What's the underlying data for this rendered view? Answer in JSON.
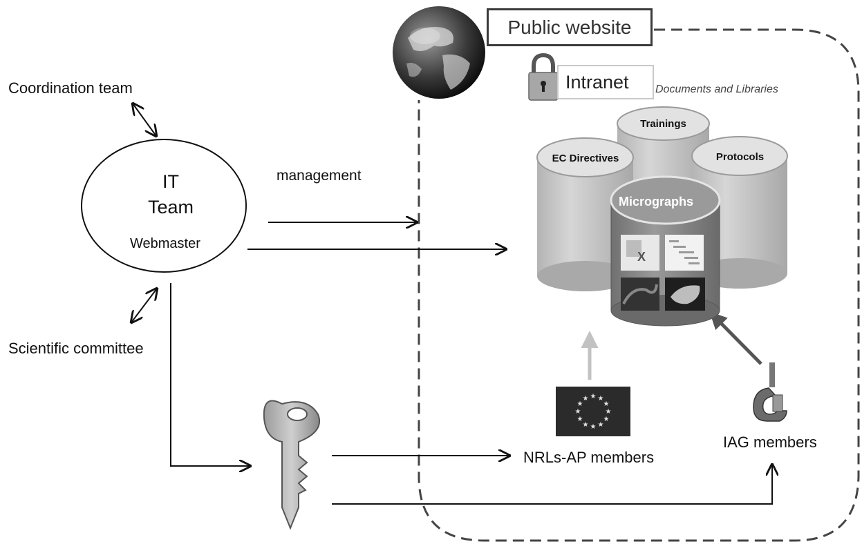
{
  "labels": {
    "coordination_team": "Coordination team",
    "it_team_line1": "IT",
    "it_team_line2": "Team",
    "webmaster": "Webmaster",
    "management": "management",
    "scientific_committee": "Scientific committee",
    "public_website": "Public website",
    "intranet": "Intranet",
    "documents_libraries": "Documents and Libraries",
    "nrls_ap_members": "NRLs-AP members",
    "iag_members": "IAG members"
  },
  "libraries": {
    "trainings": "Trainings",
    "ec_directives": "EC Directives",
    "protocols": "Protocols",
    "micrographs": "Micrographs"
  },
  "icons": {
    "globe": "globe-icon",
    "lock": "padlock-icon",
    "key": "key-icon",
    "eu_flag": "eu-flag-icon",
    "microscope_tool": "clamp-tool-icon",
    "excel": "spreadsheet-icon",
    "chart": "chart-icon"
  },
  "colors": {
    "line": "#111111",
    "dashed_border": "#444444",
    "cylinder_fill": "#c8c8c8",
    "micrograph_fill": "#8a8a8a",
    "eu_flag": "#2b2b2b"
  }
}
